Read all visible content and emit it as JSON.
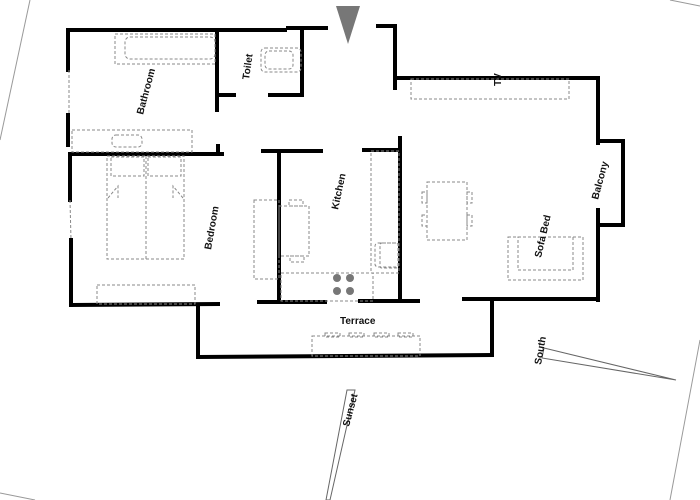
{
  "floorplan": {
    "rooms": {
      "bathroom": "Bathroom",
      "toilet": "Toilet",
      "tv": "TV",
      "bedroom": "Bedroom",
      "kitchen": "Kitchen",
      "balcony": "Balcony",
      "sofa_bed": "Sofa Bed",
      "terrace": "Terrace"
    },
    "orientation": {
      "south": "South",
      "sunset": "Sunset"
    },
    "colors": {
      "wall": "#000000",
      "furniture": "#888888",
      "entrance_marker": "#777777",
      "stove_burner": "#777777"
    }
  }
}
